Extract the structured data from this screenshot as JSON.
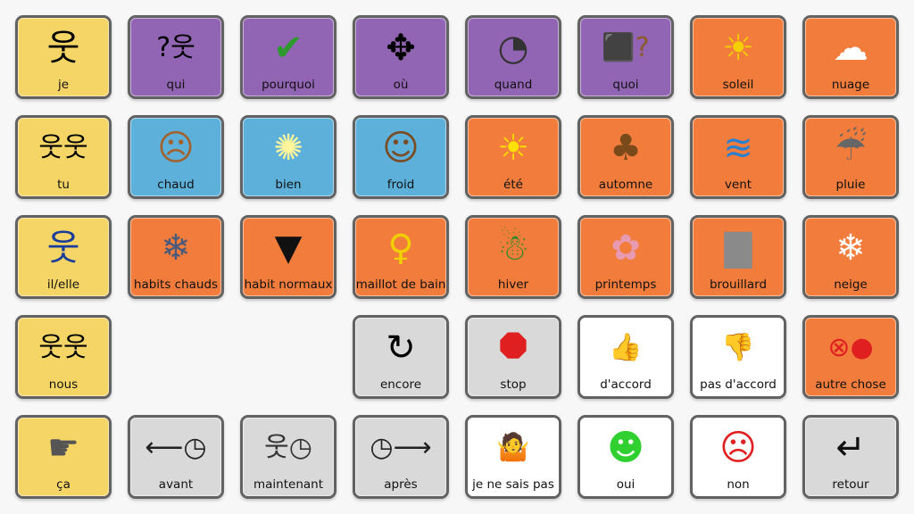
{
  "colors": {
    "pronoun": "#f5d565",
    "question": "#9164b4",
    "weather": "#f17c3b",
    "feeling": "#5db0da",
    "control": "#d9d9d9",
    "response": "#ffffff",
    "border": "#626262"
  },
  "cells": [
    {
      "label": "je",
      "category": "pronoun",
      "icon": "person-pointing-self-icon"
    },
    {
      "label": "qui",
      "category": "question",
      "icon": "question-person-icon"
    },
    {
      "label": "pourquoi",
      "category": "question",
      "icon": "check-arrow-icon"
    },
    {
      "label": "où",
      "category": "question",
      "icon": "four-arrows-question-icon"
    },
    {
      "label": "quand",
      "category": "question",
      "icon": "clock-circle-icon"
    },
    {
      "label": "quoi",
      "category": "question",
      "icon": "box-question-icon"
    },
    {
      "label": "soleil",
      "category": "weather",
      "icon": "sun-icon"
    },
    {
      "label": "nuage",
      "category": "weather",
      "icon": "cloud-icon"
    },
    {
      "label": "tu",
      "category": "pronoun",
      "icon": "person-pointing-other-icon"
    },
    {
      "label": "chaud",
      "category": "feeling",
      "icon": "sweating-face-icon"
    },
    {
      "label": "bien",
      "category": "feeling",
      "icon": "person-glowing-icon"
    },
    {
      "label": "froid",
      "category": "feeling",
      "icon": "cold-face-icon"
    },
    {
      "label": "été",
      "category": "weather",
      "icon": "summer-icon"
    },
    {
      "label": "automne",
      "category": "weather",
      "icon": "autumn-tree-icon"
    },
    {
      "label": "vent",
      "category": "weather",
      "icon": "wind-tree-icon"
    },
    {
      "label": "pluie",
      "category": "weather",
      "icon": "rain-cloud-icon"
    },
    {
      "label": "il/elle",
      "category": "pronoun",
      "icon": "person-pointed-icon"
    },
    {
      "label": "habits chauds",
      "category": "weather",
      "icon": "warm-clothes-icon"
    },
    {
      "label": "habit normaux",
      "category": "weather",
      "icon": "shirt-icon"
    },
    {
      "label": "maillot de bain",
      "category": "weather",
      "icon": "swimsuit-icon"
    },
    {
      "label": "hiver",
      "category": "weather",
      "icon": "snowman-icon"
    },
    {
      "label": "printemps",
      "category": "weather",
      "icon": "blossom-tree-icon"
    },
    {
      "label": "brouillard",
      "category": "weather",
      "icon": "fog-icon"
    },
    {
      "label": "neige",
      "category": "weather",
      "icon": "snow-icon"
    },
    {
      "label": "nous",
      "category": "pronoun",
      "icon": "two-people-icon"
    },
    null,
    null,
    {
      "label": "encore",
      "category": "control",
      "icon": "repeat-arrows-icon"
    },
    {
      "label": "stop",
      "category": "control",
      "icon": "stop-sign-icon"
    },
    {
      "label": "d'accord",
      "category": "response",
      "icon": "thumbs-up-icon"
    },
    {
      "label": "pas d'accord",
      "category": "response",
      "icon": "thumbs-down-icon"
    },
    {
      "label": "autre chose",
      "category": "weather",
      "icon": "other-thing-icon"
    },
    {
      "label": "ça",
      "category": "pronoun",
      "icon": "pointing-object-icon"
    },
    {
      "label": "avant",
      "category": "control",
      "icon": "clock-before-icon"
    },
    {
      "label": "maintenant",
      "category": "control",
      "icon": "person-clock-icon"
    },
    {
      "label": "après",
      "category": "control",
      "icon": "clock-after-icon"
    },
    {
      "label": "je ne sais pas",
      "category": "response",
      "icon": "shrug-icon"
    },
    {
      "label": "oui",
      "category": "response",
      "icon": "happy-face-icon"
    },
    {
      "label": "non",
      "category": "response",
      "icon": "sad-face-icon"
    },
    {
      "label": "retour",
      "category": "control",
      "icon": "return-arrow-icon"
    }
  ]
}
